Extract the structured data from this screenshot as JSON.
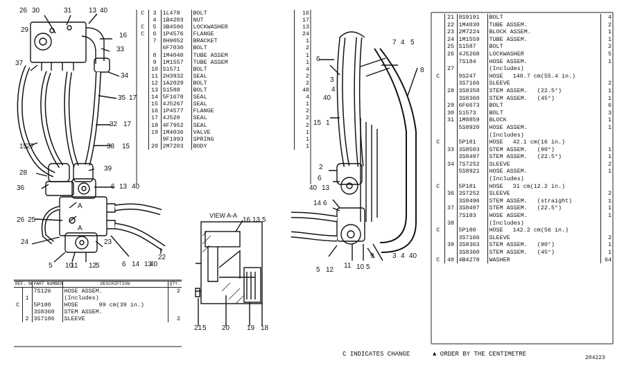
{
  "left_drawing": {
    "callouts": [
      "26",
      "30",
      "31",
      "13",
      "40",
      "29",
      "16",
      "33",
      "37",
      "34",
      "35",
      "17",
      "32",
      "17",
      "15",
      "27",
      "38",
      "15",
      "28",
      "39",
      "36",
      "6",
      "13",
      "40",
      "A",
      "26",
      "25",
      "A",
      "24",
      "23",
      "5",
      "10",
      "11",
      "12",
      "5",
      "6",
      "14",
      "13",
      "40",
      "22"
    ]
  },
  "view": {
    "title": "VIEW A-A",
    "callouts": [
      "16",
      "13",
      "5",
      "21",
      "5",
      "20",
      "19",
      "18"
    ]
  },
  "right_drawing": {
    "callouts": [
      "7",
      "4",
      "5",
      "6",
      "8",
      "3",
      "4",
      "40",
      "15",
      "1",
      "2",
      "6",
      "40",
      "13",
      "14",
      "6",
      "5",
      "12",
      "11",
      "10",
      "5",
      "9",
      "3",
      "4",
      "40"
    ]
  },
  "parts_table_1": {
    "rows": [
      {
        "c": "C",
        "no": "3",
        "part": "1L478",
        "desc": "BOLT",
        "qty": "16"
      },
      {
        "c": "",
        "no": "4",
        "part": "1B4203",
        "desc": "NUT",
        "qty": "17"
      },
      {
        "c": "C",
        "no": "5",
        "part": "3B4506",
        "desc": "LOCKWASHER",
        "qty": "13"
      },
      {
        "c": "C",
        "no": "6",
        "part": "1P4576",
        "desc": "FLANGE",
        "qty": "24"
      },
      {
        "c": "",
        "no": "7",
        "part": "8H9052",
        "desc": "BRACKET",
        "qty": "1"
      },
      {
        "c": "",
        "no": "",
        "part": "6F7030",
        "desc": "BOLT",
        "qty": "2"
      },
      {
        "c": "",
        "no": "8",
        "part": "1M4048",
        "desc": "TUBE ASSEM",
        "qty": "1"
      },
      {
        "c": "",
        "no": "9",
        "part": "1M1557",
        "desc": "TUBE ASSEM",
        "qty": "1"
      },
      {
        "c": "",
        "no": "10",
        "part": "S1571",
        "desc": "BOLT",
        "qty": "4"
      },
      {
        "c": "",
        "no": "11",
        "part": "2H3932",
        "desc": "SEAL",
        "qty": "2"
      },
      {
        "c": "",
        "no": "12",
        "part": "1A2029",
        "desc": "BOLT",
        "qty": "2"
      },
      {
        "c": "",
        "no": "13",
        "part": "S1588",
        "desc": "BOLT",
        "qty": "48"
      },
      {
        "c": "",
        "no": "14",
        "part": "5F1678",
        "desc": "SEAL",
        "qty": "4"
      },
      {
        "c": "",
        "no": "15",
        "part": "4J5267",
        "desc": "SEAL",
        "qty": "1"
      },
      {
        "c": "",
        "no": "16",
        "part": "1P4577",
        "desc": "FLANGE",
        "qty": "2"
      },
      {
        "c": "",
        "no": "17",
        "part": "4J520",
        "desc": "SEAL",
        "qty": "2"
      },
      {
        "c": "",
        "no": "18",
        "part": "4F7952",
        "desc": "SEAL",
        "qty": "2"
      },
      {
        "c": "",
        "no": "19",
        "part": "1M4036",
        "desc": "VALVE",
        "qty": "1"
      },
      {
        "c": "",
        "no": "",
        "part": "9F1993",
        "desc": "SPRING",
        "qty": "1"
      },
      {
        "c": "",
        "no": "20",
        "part": "2M7203",
        "desc": "BODY",
        "qty": "1"
      }
    ]
  },
  "parts_table_2": {
    "headers": {
      "ref": "REF. NO.",
      "part": "PART NUMBER",
      "desc": "DESCRIPTION",
      "qty": "QTY."
    },
    "rows": [
      {
        "c": "",
        "no": "",
        "part": "7S126",
        "desc": "HOSE ASSEM.",
        "qty": "2"
      },
      {
        "c": "",
        "no": "1",
        "part": "",
        "desc": "(Includes)",
        "qty": ""
      },
      {
        "c": "C",
        "no": "",
        "part": "5P180",
        "desc": "HOSE",
        "note": "99 cm(39 in.)",
        "qty": ""
      },
      {
        "c": "",
        "no": "",
        "part": "3S8360",
        "desc": "STEM ASSEM.",
        "qty": ""
      },
      {
        "c": "",
        "no": "2",
        "part": "3S7106",
        "desc": "SLEEVE",
        "qty": "2"
      }
    ]
  },
  "parts_table_3": {
    "rows": [
      {
        "c": "",
        "no": "21",
        "part": "8S9191",
        "desc": "BOLT",
        "qty": "4"
      },
      {
        "c": "",
        "no": "22",
        "part": "1M4030",
        "desc": "TUBE ASSEM.",
        "qty": "2"
      },
      {
        "c": "",
        "no": "23",
        "part": "2M7224",
        "desc": "BLOCK ASSEM.",
        "qty": "1"
      },
      {
        "c": "",
        "no": "24",
        "part": "1M1559",
        "desc": "TUBE ASSEM.",
        "qty": "1"
      },
      {
        "c": "",
        "no": "25",
        "part": "S1587",
        "desc": "BOLT",
        "qty": "2"
      },
      {
        "c": "",
        "no": "26",
        "part": "4J5268",
        "desc": "LOCKWASHER",
        "qty": "5"
      },
      {
        "c": "",
        "no": "",
        "part": "7S184",
        "desc": "HOSE ASSEM.",
        "qty": "1"
      },
      {
        "c": "",
        "no": "27",
        "part": "",
        "desc": "(Includes)",
        "qty": ""
      },
      {
        "c": "C",
        "no": "",
        "part": "9S247",
        "desc": "HOSE",
        "note": "140.7 cm(55.4 in.)",
        "qty": ""
      },
      {
        "c": "",
        "no": "",
        "part": "3S7166",
        "desc": "SLEEVE",
        "qty": "2"
      },
      {
        "c": "",
        "no": "28",
        "part": "3S8358",
        "desc": "STEM ASSEM.",
        "note": "(22.5°)",
        "qty": "1"
      },
      {
        "c": "",
        "no": "",
        "part": "3S8360",
        "desc": "STEM ASSEM.",
        "note": "(45°)",
        "qty": "1"
      },
      {
        "c": "",
        "no": "29",
        "part": "6F6673",
        "desc": "BOLT",
        "qty": "6"
      },
      {
        "c": "",
        "no": "30",
        "part": "S1573",
        "desc": "BOLT",
        "qty": "3"
      },
      {
        "c": "",
        "no": "31",
        "part": "1M8859",
        "desc": "BLOCK",
        "qty": "1"
      },
      {
        "c": "",
        "no": "",
        "part": "5S8920",
        "desc": "HOSE ASSEM.",
        "qty": "1"
      },
      {
        "c": "",
        "no": "",
        "part": "",
        "desc": "(Includes)",
        "qty": ""
      },
      {
        "c": "C",
        "no": "",
        "part": "5P181",
        "desc": "HOSE",
        "note": "42.1 cm(16 in.)",
        "qty": ""
      },
      {
        "c": "",
        "no": "33",
        "part": "3S8503",
        "desc": "STEM ASSEM.",
        "note": "(90°)",
        "qty": "1"
      },
      {
        "c": "",
        "no": "",
        "part": "3S8497",
        "desc": "STEM ASSEM.",
        "note": "(22.5°)",
        "qty": "1"
      },
      {
        "c": "",
        "no": "34",
        "part": "7S7252",
        "desc": "SLEEVE",
        "qty": "2"
      },
      {
        "c": "",
        "no": "",
        "part": "5S8921",
        "desc": "HOSE ASSEM.",
        "qty": "1"
      },
      {
        "c": "",
        "no": "",
        "part": "",
        "desc": "(Includes)",
        "qty": ""
      },
      {
        "c": "C",
        "no": "",
        "part": "5P181",
        "desc": "HOSE",
        "note": "31 cm(12.2 in.)",
        "qty": ""
      },
      {
        "c": "",
        "no": "36",
        "part": "3S7252",
        "desc": "SLEEVE",
        "qty": "2"
      },
      {
        "c": "",
        "no": "",
        "part": "3S8496",
        "desc": "STEM ASSEM.",
        "note": "(straight)",
        "qty": "1"
      },
      {
        "c": "",
        "no": "37",
        "part": "3S8497",
        "desc": "STEM ASSEM.",
        "note": "(22.5°)",
        "qty": "1"
      },
      {
        "c": "",
        "no": "",
        "part": "7S183",
        "desc": "HOSE ASSEM.",
        "qty": "1"
      },
      {
        "c": "",
        "no": "38",
        "part": "",
        "desc": "(Includes)",
        "qty": ""
      },
      {
        "c": "C",
        "no": "",
        "part": "5P180",
        "desc": "HOSE",
        "note": "142.2 cm(56 in.)",
        "qty": ""
      },
      {
        "c": "",
        "no": "",
        "part": "3S7166",
        "desc": "SLEEVE",
        "qty": "2"
      },
      {
        "c": "",
        "no": "39",
        "part": "3S8363",
        "desc": "STEM ASSEM.",
        "note": "(90°)",
        "qty": "1"
      },
      {
        "c": "",
        "no": "",
        "part": "3S8360",
        "desc": "STEM ASSEM.",
        "note": "(45°)",
        "qty": "1"
      },
      {
        "c": "C",
        "no": "40",
        "part": "4B4278",
        "desc": "WASHER",
        "qty": "64"
      }
    ]
  },
  "footer": {
    "change_note": "C INDICATES CHANGE",
    "order_note": "▲ ORDER BY THE CENTIMETRE",
    "figure_number": "204223"
  }
}
